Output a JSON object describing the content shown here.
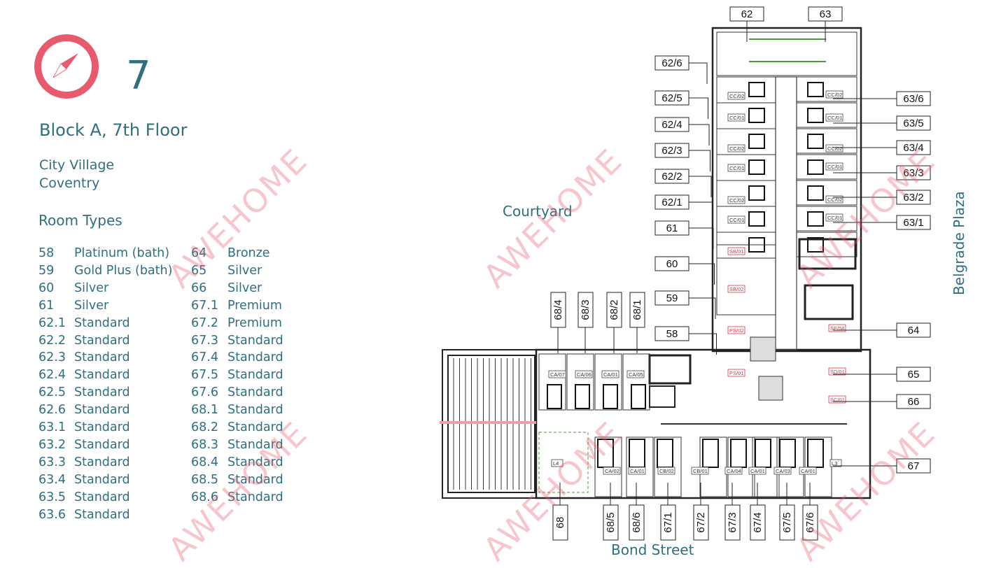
{
  "header": {
    "floor_number": "7",
    "title": "Block A, 7th Floor",
    "address": [
      "City Village",
      "Coventry"
    ],
    "compass_icon": "compass-icon"
  },
  "room_types": {
    "title": "Room Types",
    "items": [
      {
        "code": "58",
        "type": "Platinum (bath)"
      },
      {
        "code": "59",
        "type": "Gold Plus (bath)"
      },
      {
        "code": "60",
        "type": "Silver"
      },
      {
        "code": "61",
        "type": "Silver"
      },
      {
        "code": "62.1",
        "type": "Standard"
      },
      {
        "code": "62.2",
        "type": "Standard"
      },
      {
        "code": "62.3",
        "type": "Standard"
      },
      {
        "code": "62.4",
        "type": "Standard"
      },
      {
        "code": "62.5",
        "type": "Standard"
      },
      {
        "code": "62.6",
        "type": "Standard"
      },
      {
        "code": "63.1",
        "type": "Standard"
      },
      {
        "code": "63.2",
        "type": "Standard"
      },
      {
        "code": "63.3",
        "type": "Standard"
      },
      {
        "code": "63.4",
        "type": "Standard"
      },
      {
        "code": "63.5",
        "type": "Standard"
      },
      {
        "code": "63.6",
        "type": "Standard"
      },
      {
        "code": "64",
        "type": "Bronze"
      },
      {
        "code": "65",
        "type": "Silver"
      },
      {
        "code": "66",
        "type": "Silver"
      },
      {
        "code": "67.1",
        "type": "Premium"
      },
      {
        "code": "67.2",
        "type": "Premium"
      },
      {
        "code": "67.3",
        "type": "Standard"
      },
      {
        "code": "67.4",
        "type": "Standard"
      },
      {
        "code": "67.5",
        "type": "Standard"
      },
      {
        "code": "67.6",
        "type": "Standard"
      },
      {
        "code": "68.1",
        "type": "Standard"
      },
      {
        "code": "68.2",
        "type": "Standard"
      },
      {
        "code": "68.3",
        "type": "Standard"
      },
      {
        "code": "68.4",
        "type": "Standard"
      },
      {
        "code": "68.5",
        "type": "Standard"
      },
      {
        "code": "68.6",
        "type": "Standard"
      }
    ]
  },
  "plan": {
    "areas": {
      "courtyard": "Courtyard",
      "south_street": "Bond Street",
      "east_street": "Belgrade Plaza"
    },
    "top_labels": [
      "62",
      "63"
    ],
    "left_labels": [
      "62/6",
      "62/5",
      "62/4",
      "62/3",
      "62/2",
      "62/1",
      "61",
      "60",
      "59",
      "58"
    ],
    "right_labels": [
      "63/6",
      "63/5",
      "63/4",
      "63/3",
      "63/2",
      "63/1",
      "64",
      "65",
      "66",
      "67"
    ],
    "upper_vertical_labels": [
      "68/4",
      "68/3",
      "68/2",
      "68/1"
    ],
    "lower_vertical_labels": [
      "68",
      "68/5",
      "68/6",
      "67/1",
      "67/2",
      "67/3",
      "67/4",
      "67/5",
      "67/6"
    ],
    "room_tags": [
      "CC/02",
      "CC/01",
      "CC/02",
      "CC/01",
      "CC/02",
      "CC/01",
      "CC/02",
      "CC/01",
      "CC/02",
      "CC/01",
      "CC/02",
      "CC/01",
      "SB/01",
      "SB/02",
      "PS/02",
      "PS/01",
      "SE/58",
      "SD/01",
      "SC/01",
      "CA/07",
      "CA/06",
      "CA/01",
      "CA/05",
      "CA/02",
      "CA/01",
      "CB/02",
      "CB/01",
      "CA/04",
      "CA/01",
      "CA/03",
      "CA/01",
      "L4",
      "L3"
    ]
  },
  "watermark": "AWEHOME",
  "colors": {
    "accent": "#e85a6e",
    "text": "#2f6f80"
  }
}
